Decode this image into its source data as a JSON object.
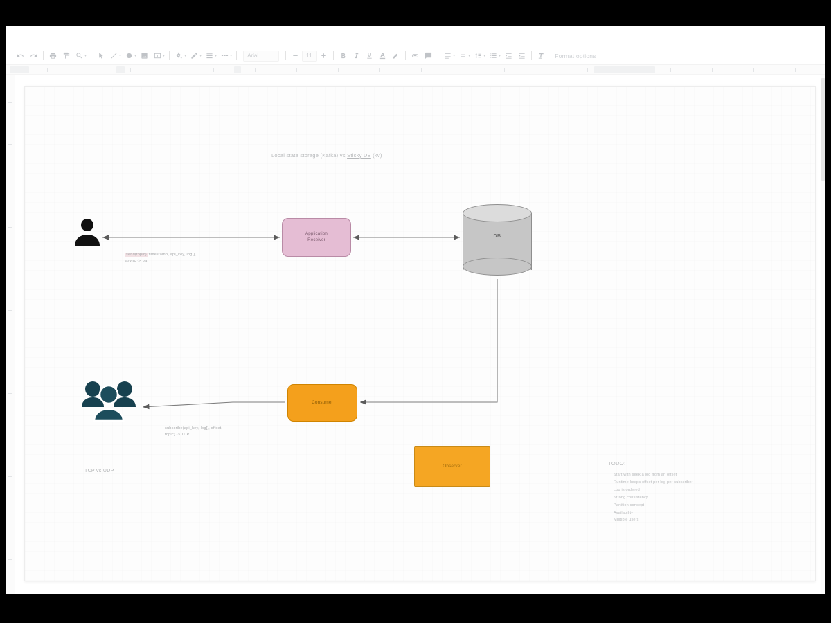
{
  "app": {
    "name": "drawing-editor",
    "canvas_title": "Local state storage (Kafka) vs Sticky DB (kv)"
  },
  "title_parts": {
    "before": "Local state storage (Kafka) vs ",
    "underlined": "Sticky DB",
    "after": " (kv)"
  },
  "toolbar": {
    "icons": [
      "undo-icon",
      "redo-icon",
      "print-icon",
      "paint-format-icon",
      "zoom-icon",
      "select-icon",
      "line-icon",
      "shape-icon",
      "image-icon",
      "textbox-icon"
    ],
    "format_icons": [
      "fill-color-icon",
      "border-color-icon",
      "border-weight-icon",
      "border-dash-icon",
      "bold-icon",
      "italic-icon",
      "underline-icon",
      "text-color-icon",
      "highlight-color-icon",
      "link-icon",
      "comment-icon",
      "align-icon",
      "line-spacing-icon",
      "list-icon",
      "indent-decrease-icon",
      "indent-increase-icon",
      "clear-format-icon",
      "more-icon"
    ],
    "font_name": "Arial",
    "font_size": "11",
    "overflow_label": "Format options"
  },
  "diagram": {
    "nodes": [
      {
        "id": "user",
        "name": "single-user-icon",
        "label": ""
      },
      {
        "id": "app",
        "name": "application-node",
        "label": "Application\nReceiver"
      },
      {
        "id": "db",
        "name": "database-node",
        "label": "DB"
      },
      {
        "id": "consumer",
        "name": "consumer-node",
        "label": "Consumer"
      },
      {
        "id": "selected",
        "name": "selected-node",
        "label": "Observer"
      },
      {
        "id": "users",
        "name": "user-group-icon",
        "label": ""
      }
    ],
    "annotations": {
      "send": {
        "highlight": "send(topic)",
        "rest": " timestamp, api_key, log[], \nasync -> pa"
      },
      "subscribe": "subscribe(api_key, log[], offset,\ntopic) -> TCP"
    },
    "footnote": {
      "underlined": "TCP",
      "rest": " vs UDP"
    }
  },
  "todo": {
    "title": "TODO:",
    "items": [
      "Start with seek a log from an offset",
      "Runtime keeps offset per log per subscriber",
      "Log is ordered",
      "Strong consistency",
      "Partition concept",
      "Availability",
      "Multiple users"
    ]
  },
  "colors": {
    "application_fill": "#e5bdd4",
    "application_stroke": "#b98ba6",
    "consumer_fill": "#f4a01c",
    "consumer_stroke": "#d08400",
    "selected_fill": "#f5a623",
    "db_fill": "#c6c6c6",
    "users_icon": "#17414f",
    "connector": "#7d7d7d"
  }
}
